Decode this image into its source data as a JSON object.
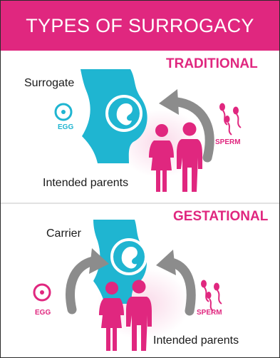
{
  "header": {
    "title": "TYPES OF SURROGACY"
  },
  "traditional": {
    "title": "TRADITIONAL",
    "surrogate_label": "Surrogate",
    "egg_label": "EGG",
    "sperm_label": "SPERM",
    "parents_label": "Intended parents"
  },
  "gestational": {
    "title": "GESTATIONAL",
    "carrier_label": "Carrier",
    "egg_label": "EGG",
    "sperm_label": "SPERM",
    "parents_label": "Intended parents"
  },
  "colors": {
    "pink": "#e0277f",
    "teal": "#1fb5d1",
    "gray": "#8c8c8c"
  }
}
